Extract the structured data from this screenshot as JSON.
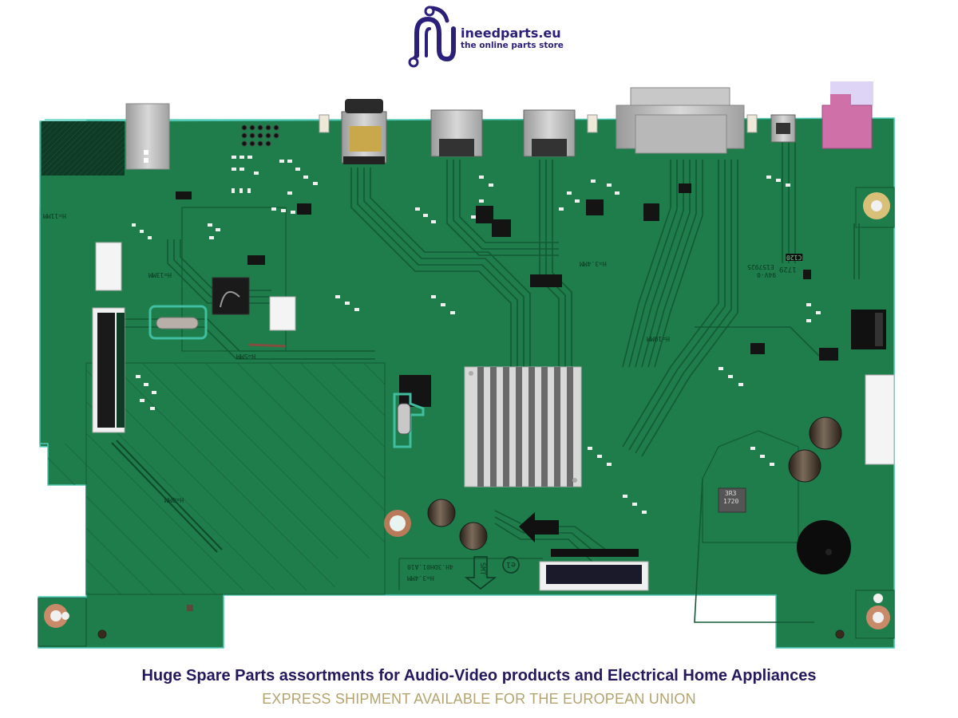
{
  "logo": {
    "name": "ineedparts.eu",
    "tagline": "the online parts store",
    "icon": "circuit-n-logo-icon",
    "color": "#2a1f7a"
  },
  "captions": {
    "headline": "Huge Spare Parts assortments for Audio-Video products and Electrical Home Appliances",
    "subline": "EXPRESS SHIPMENT AVAILABLE FOR THE EUROPEAN UNION",
    "headline_color": "#24195e",
    "subline_color": "#b4a36e"
  },
  "board": {
    "pcb_color": "#1e7a4a",
    "silkscreen": {
      "left_height_mark": "H=11MM",
      "left_mid_mark": "H=13MM",
      "crystal_mark": "H=5MM",
      "ground_plane_mark": "H=0MM",
      "center_mark": "H=3.4MM",
      "trace_mark": "H=10MM",
      "bottom_code": "4H.3DH01.A10",
      "bottom_height": "H=3.4MM",
      "smt_arrow": "SMT",
      "env_mark": "e1",
      "ul_code": "E157925",
      "ul_rating": "94V-0",
      "date_code": "1729",
      "batch_code": "C120",
      "inductor_code_1": "3R3",
      "inductor_code_2": "1720"
    },
    "connectors": [
      {
        "id": "usb-b",
        "label": "USB-B port"
      },
      {
        "id": "hdmi-1",
        "label": "HDMI port"
      },
      {
        "id": "hdmi-2",
        "label": "Mini HDMI port 1"
      },
      {
        "id": "hdmi-3",
        "label": "Mini HDMI port 2"
      },
      {
        "id": "dvi",
        "label": "DVI port"
      },
      {
        "id": "mini-usb",
        "label": "Mini USB port"
      },
      {
        "id": "audio",
        "label": "Audio jack (pink)"
      }
    ]
  }
}
